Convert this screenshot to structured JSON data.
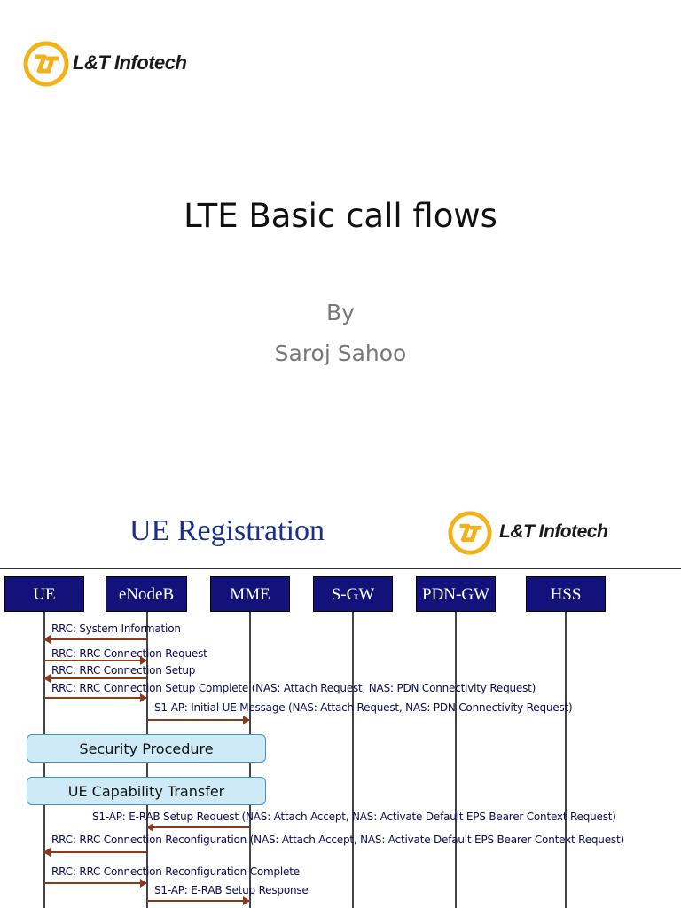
{
  "slide1": {
    "logo_text": "L&T Infotech",
    "title": "LTE Basic call flows",
    "by_label": "By",
    "author": "Saroj Sahoo"
  },
  "slide2": {
    "title": "UE Registration",
    "logo_text": "L&T Infotech",
    "entities": [
      "UE",
      "eNodeB",
      "MME",
      "S-GW",
      "PDN-GW",
      "HSS"
    ],
    "messages": [
      "RRC: System Information",
      "RRC: RRC Connection Request",
      "RRC: RRC Connection Setup",
      "RRC: RRC Connection Setup Complete (NAS: Attach Request, NAS: PDN Connectivity Request)",
      "S1-AP: Initial UE Message (NAS: Attach Request, NAS: PDN Connectivity Request)",
      "S1-AP: E-RAB Setup Request (NAS: Attach Accept, NAS: Activate Default EPS Bearer Context Request)",
      "RRC: RRC Connection Reconfiguration (NAS: Attach Accept, NAS: Activate Default EPS Bearer Context Request)",
      "RRC: RRC Connection Reconfiguration Complete",
      "S1-AP: E-RAB Setup Response"
    ],
    "procedures": [
      "Security Procedure",
      "UE Capability Transfer"
    ]
  }
}
